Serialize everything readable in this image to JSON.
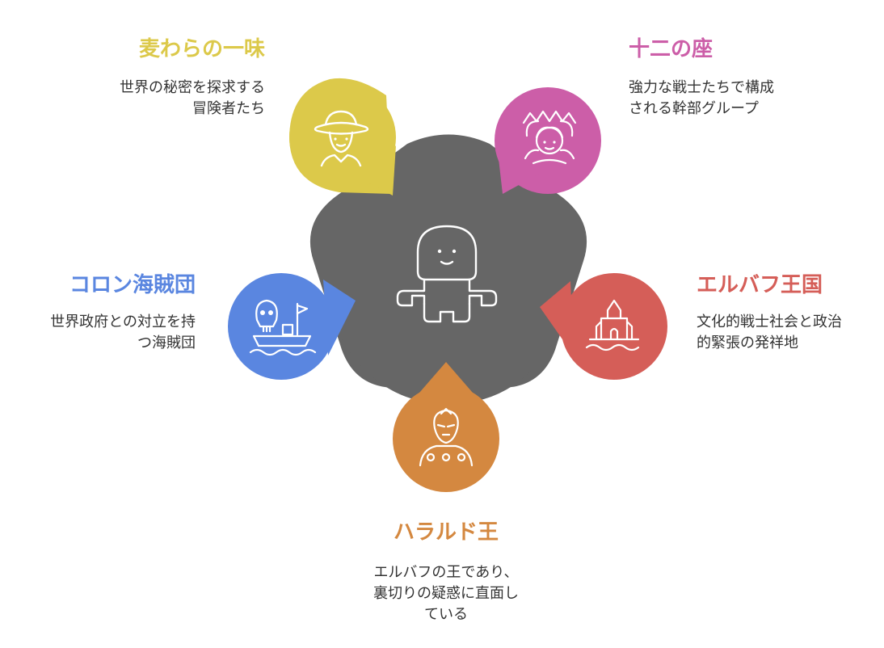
{
  "nodes": {
    "mugiwara": {
      "title": "麦わらの一味",
      "desc_lines": [
        "世界の秘密を探求する",
        "冒険者たち"
      ],
      "color": "#DCC94A",
      "icon": "straw-hat-person-icon"
    },
    "juni": {
      "title": "十二の座",
      "desc_lines": [
        "強力な戦士たちで構成",
        "される幹部グループ"
      ],
      "color": "#CC5EA8",
      "icon": "warrior-group-icon"
    },
    "colon": {
      "title": "コロン海賊団",
      "desc_lines": [
        "世界政府との対立を持",
        "つ海賊団"
      ],
      "color": "#5A86E0",
      "icon": "skull-ship-icon"
    },
    "elbaf": {
      "title": "エルバフ王国",
      "desc_lines": [
        "文化的戦士社会と政治",
        "的緊張の発祥地"
      ],
      "color": "#D55E58",
      "icon": "castle-icon"
    },
    "harald": {
      "title": "ハラルド王",
      "desc_lines": [
        "エルバフの王であり、",
        "裏切りの疑惑に直面し",
        "ている"
      ],
      "color": "#D48840",
      "icon": "alien-king-icon"
    }
  },
  "center": {
    "color": "#666666",
    "icon": "giant-figure-icon"
  }
}
